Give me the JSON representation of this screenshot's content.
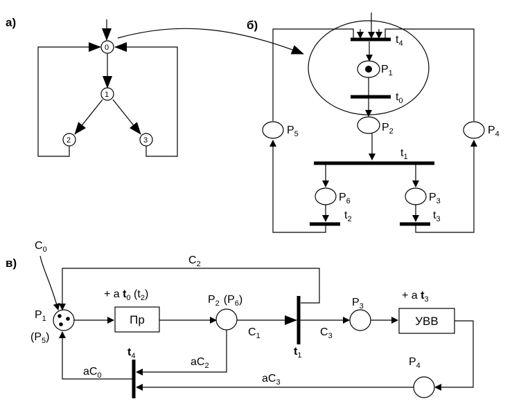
{
  "sections": {
    "a": "а)",
    "b": "б)",
    "v": "в)"
  },
  "graph_a": {
    "nodes": [
      "0",
      "1",
      "2",
      "3"
    ]
  },
  "petri_b": {
    "transitions": {
      "t4": "t",
      "t4s": "4",
      "t0": "t",
      "t0s": "0",
      "t1": "t",
      "t1s": "1",
      "t2": "t",
      "t2s": "2",
      "t3": "t",
      "t3s": "3"
    },
    "places": {
      "p1": "P",
      "p1s": "1",
      "p2": "P",
      "p2s": "2",
      "p3": "P",
      "p3s": "3",
      "p4": "P",
      "p4s": "4",
      "p5": "P",
      "p5s": "5",
      "p6": "P",
      "p6s": "6"
    }
  },
  "petri_v": {
    "c0": "C",
    "c0s": "0",
    "c2": "C",
    "c2s": "2",
    "c1": "C",
    "c1s": "1",
    "c3": "C",
    "c3s": "3",
    "p1": "P",
    "p1s": "1",
    "p5": "(P",
    "p5s": "5",
    "p5c": ")",
    "p2": "P",
    "p2s": "2",
    "p6": "(P",
    "p6s": "6",
    "p6c": ")",
    "p3": "P",
    "p3s": "3",
    "p4": "P",
    "p4s": "4",
    "ann1_pre": "+ a ",
    "ann1_t": "t",
    "ann1_ts": "0",
    "ann1_mid": " (t",
    "ann1_ts2": "2",
    "ann1_end": ")",
    "ann2_pre": "+ a ",
    "ann2_t": "t",
    "ann2_ts": "3",
    "box1": "Пр",
    "box2": "УВВ",
    "t4": "t",
    "t4s": "4",
    "t1": "t",
    "t1s": "1",
    "ac0": "aC",
    "ac0s": "0",
    "ac2": "aC",
    "ac2s": "2",
    "ac3": "aC",
    "ac3s": "3"
  }
}
